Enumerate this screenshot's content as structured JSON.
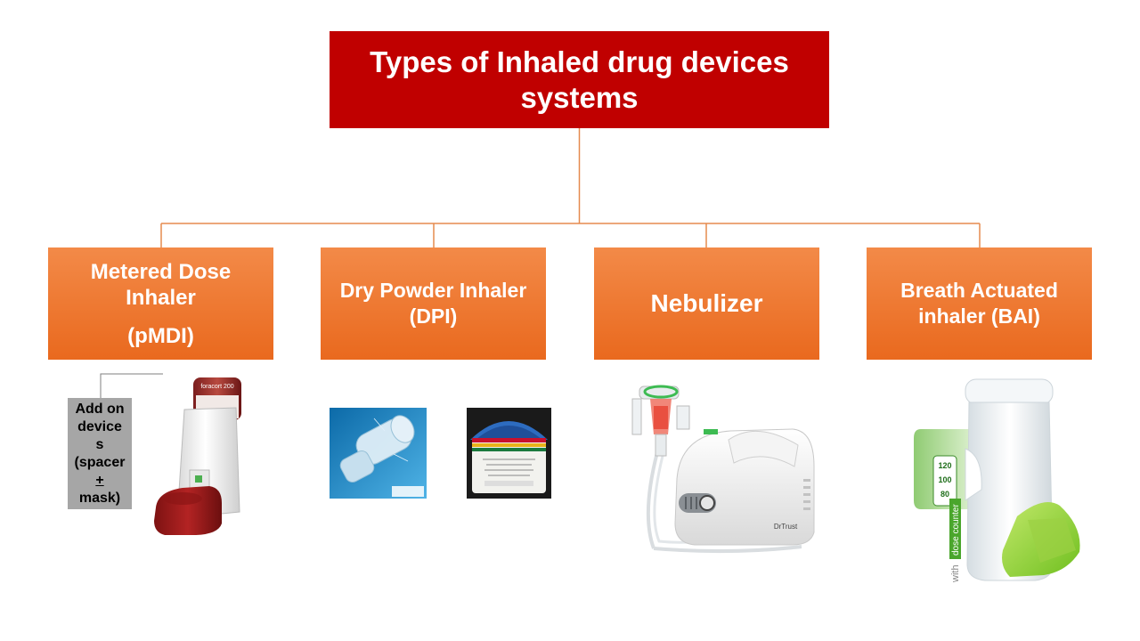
{
  "title": {
    "line1": "Types of Inhaled drug  devices",
    "line2": "systems"
  },
  "categories": [
    {
      "lines": [
        "Metered Dose",
        "Inhaler",
        "(pMDI)"
      ]
    },
    {
      "lines": [
        "Dry Powder Inhaler",
        "(DPI)"
      ]
    },
    {
      "lines": [
        "Nebulizer"
      ]
    },
    {
      "lines": [
        "Breath Actuated",
        "inhaler (BAI)"
      ]
    }
  ],
  "addon": {
    "lines": [
      "Add on",
      "device",
      "s",
      "(spacer",
      "+",
      "mask)"
    ]
  },
  "device_labels": {
    "inhaler_can": "foracort 200",
    "nebulizer_brand": "DrTrust",
    "dose_counter_numbers": [
      "120",
      "100",
      "80"
    ],
    "dose_counter_caption_with": "with",
    "dose_counter_caption_dose": "dose counter"
  },
  "colors": {
    "title_bg": "#c00000",
    "box_orange": "#ed7d31",
    "connector": "#e58a4e",
    "addon_bg": "#a6a6a6"
  }
}
